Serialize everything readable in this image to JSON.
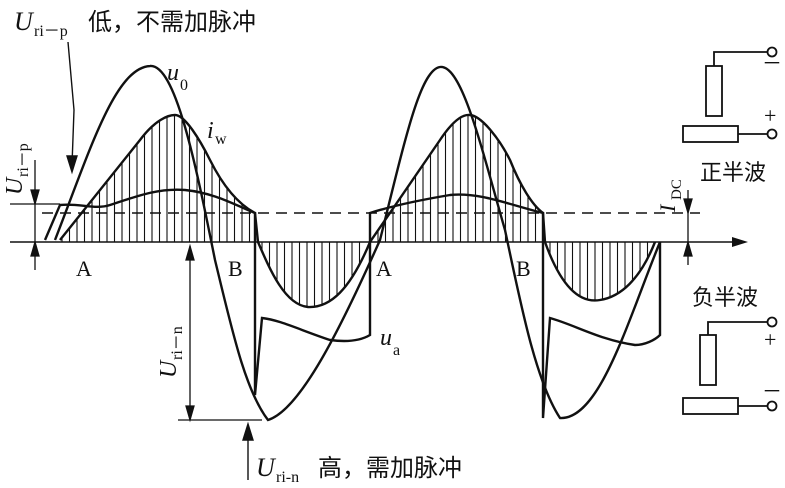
{
  "colors": {
    "ink": "#111111",
    "background": "#ffffff"
  },
  "labels": {
    "top_var": "U",
    "top_sub": "ri－p",
    "top_text": "低，不需加脉冲",
    "bottom_var": "U",
    "bottom_sub": "ri-n",
    "bottom_text": "高，需加脉冲",
    "u0": "u",
    "u0_sub": "0",
    "iw": "i",
    "iw_sub": "w",
    "ua": "u",
    "ua_sub": "a",
    "idc": "I",
    "idc_sub": "DC",
    "uri_p_var": "U",
    "uri_p_sub": "ri－p",
    "uri_n_var": "U",
    "uri_n_sub": "ri－n",
    "point_a": "A",
    "point_b": "B",
    "positive_half": "正半波",
    "negative_half": "负半波",
    "plus": "+",
    "minus": "－"
  },
  "icons": {
    "top_right": "electrode-workpiece-positive-polarity-icon",
    "bottom_right": "electrode-workpiece-negative-polarity-icon"
  }
}
